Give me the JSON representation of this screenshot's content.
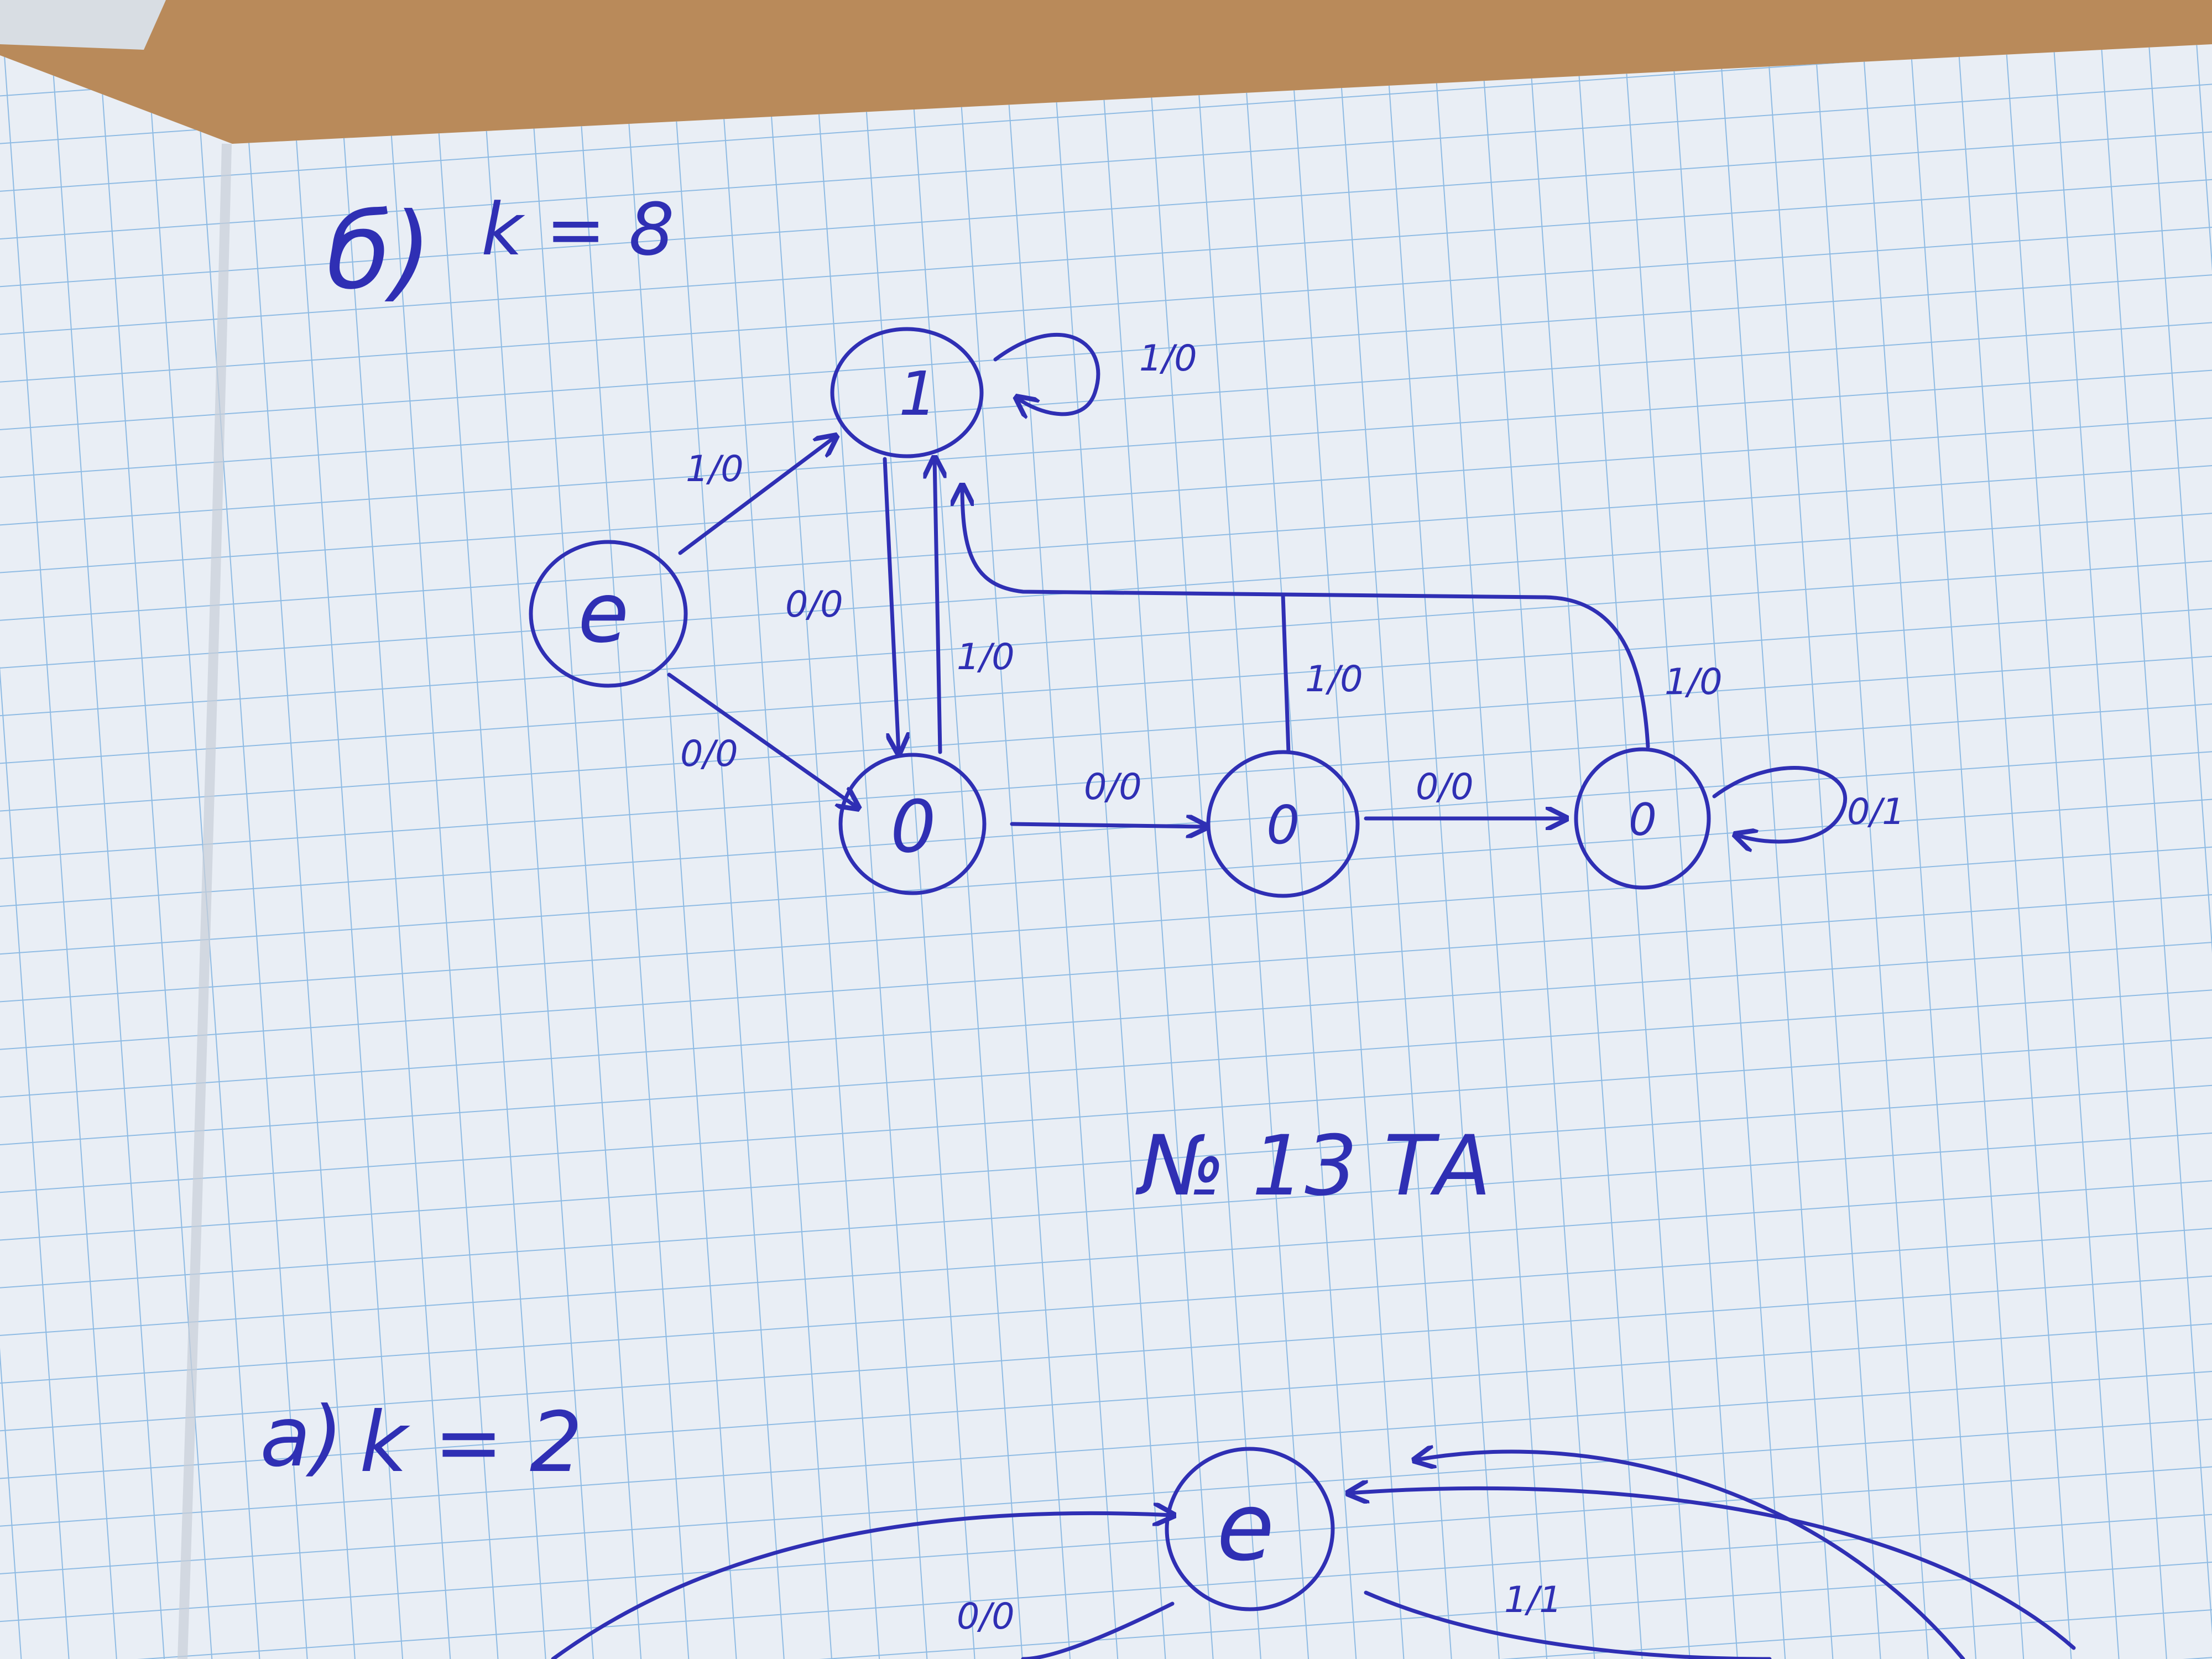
{
  "colors": {
    "ink": "#2f2fb4",
    "paper": "#e9eef5",
    "grid": "#7fb2e0",
    "desk": "#b98a5a"
  },
  "part_b": {
    "heading": "б)",
    "k_label": "k = 8",
    "states": {
      "start": "e",
      "one": "1",
      "zero1": "0",
      "zero2": "0",
      "zero3": "0"
    },
    "transitions": {
      "start_to_one": "1/0",
      "start_to_zero1": "0/0",
      "one_loop": "1/0",
      "one_to_zero1": "0/0",
      "zero1_to_one": "1/0",
      "zero1_to_zero2": "0/0",
      "zero2_to_zero3": "0/0",
      "zero2_to_one": "1/0",
      "zero3_to_one": "1/0",
      "zero3_loop": "0/1"
    }
  },
  "task_number": "№ 13 ТА",
  "part_a": {
    "heading": "a)",
    "k_label": "k = 2",
    "states": {
      "start": "e"
    },
    "transitions": {
      "left_label": "0/0",
      "right_label": "1/1"
    }
  }
}
